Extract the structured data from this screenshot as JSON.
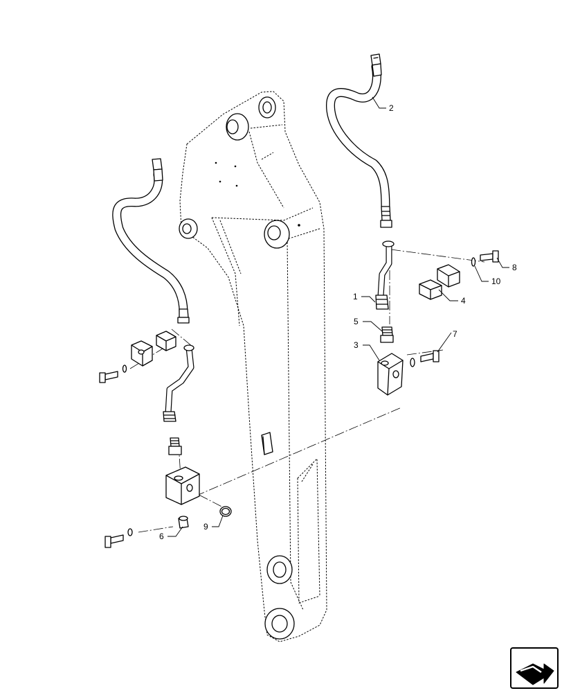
{
  "callouts": [
    {
      "id": "1",
      "label": "1"
    },
    {
      "id": "2",
      "label": "2"
    },
    {
      "id": "3",
      "label": "3"
    },
    {
      "id": "4",
      "label": "4"
    },
    {
      "id": "5",
      "label": "5"
    },
    {
      "id": "6",
      "label": "6"
    },
    {
      "id": "7",
      "label": "7"
    },
    {
      "id": "8",
      "label": "8"
    },
    {
      "id": "9",
      "label": "9"
    },
    {
      "id": "10",
      "label": "10"
    }
  ],
  "icons": {
    "navigation": "next-page-arrow-icon"
  }
}
